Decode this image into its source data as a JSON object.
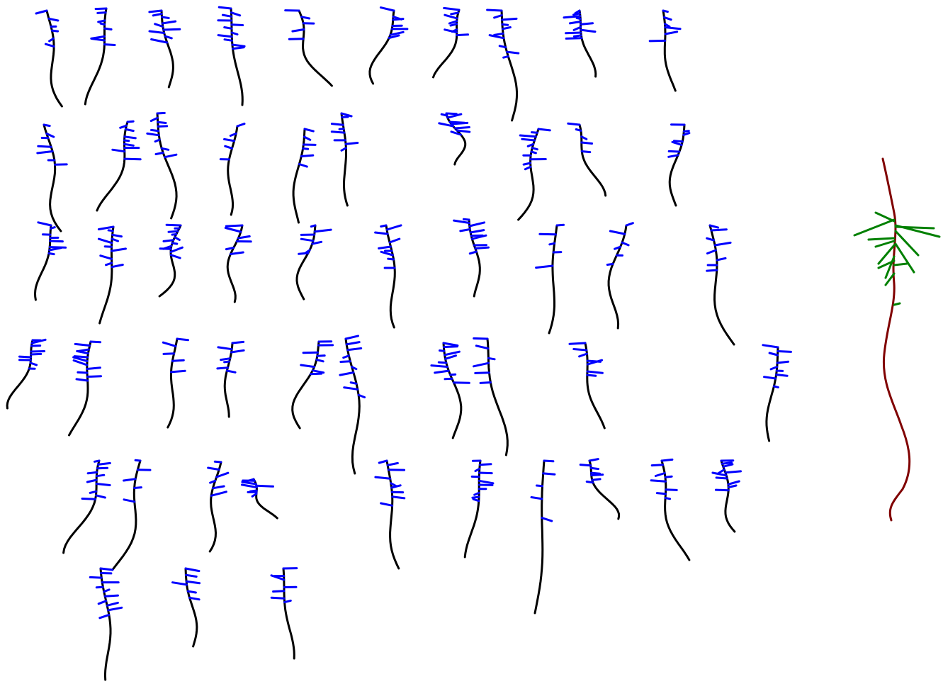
{
  "figure": {
    "background": "#ffffff",
    "gallery": {
      "primary_color": "#000000",
      "lateral_color": "#0000ff",
      "rows": [
        10,
        10,
        10,
        10,
        10,
        3
      ],
      "count": 53
    },
    "highlight": {
      "primary_color": "#800000",
      "lateral_color": "#008000"
    }
  }
}
